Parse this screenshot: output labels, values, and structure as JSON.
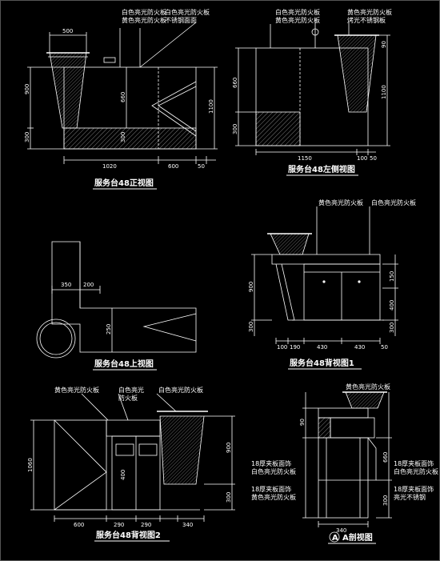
{
  "titles": {
    "front": "服务台48正视图",
    "left": "服务台48左侧视图",
    "top": "服务台48上视图",
    "back1": "服务台48背视图1",
    "back2": "服务台48背视图2",
    "section": "A剖视图",
    "section_mark": "A"
  },
  "notes": {
    "front_1": "白色亮光防火板",
    "front_2": "黄色亮光防火板",
    "front_3": "白色亮光防火板",
    "front_4": "不锈钢面面",
    "left_1": "白色亮光防火板",
    "left_2": "黄色亮光防火板",
    "left_3": "黄色亮光防火板",
    "left_4": "烤光不锈钢板",
    "back1_1": "黄色亮光防火板",
    "back1_2": "白色亮光防火板",
    "back2_1": "黄色亮光防火板",
    "back2_2": "白色亮光",
    "back2_3": "防火板",
    "back2_4": "白色亮光防火板",
    "sec_top": "黄色亮光防火板",
    "sec_l1": "18厚夹板面饰",
    "sec_l2": "白色亮光防火板",
    "sec_l3": "18厚夹板面饰",
    "sec_l4": "黄色亮光防火板",
    "sec_r1": "18厚夹板面饰",
    "sec_r2": "白色亮光防火板",
    "sec_r3": "18厚夹板面饰",
    "sec_r4": "亮光不锈钢"
  },
  "dims": {
    "f_500": "500",
    "f_900": "900",
    "f_300": "300",
    "f_660": "660",
    "f_1100": "1100",
    "f_1020": "1020",
    "f_600": "600",
    "f_50": "50",
    "f_i300": "300",
    "l_660": "660",
    "l_300": "300",
    "l_1100": "1100",
    "l_1150": "1150",
    "l_100": "100",
    "l_50": "50",
    "l_90": "90",
    "t_350": "350",
    "t_200": "200",
    "t_250": "250",
    "b1_900": "900",
    "b1_300": "300",
    "b1_150": "150",
    "b1_400": "400",
    "b1_r300": "300",
    "b1_100": "100",
    "b1_190": "190",
    "b1_430a": "430",
    "b1_430b": "430",
    "b1_50": "50",
    "b2_1060": "1060",
    "b2_400": "400",
    "b2_900": "900",
    "b2_300": "300",
    "b2_600": "600",
    "b2_290a": "290",
    "b2_290b": "290",
    "b2_340": "340",
    "s_660": "660",
    "s_300": "300",
    "s_340": "340",
    "s_90": "90"
  }
}
